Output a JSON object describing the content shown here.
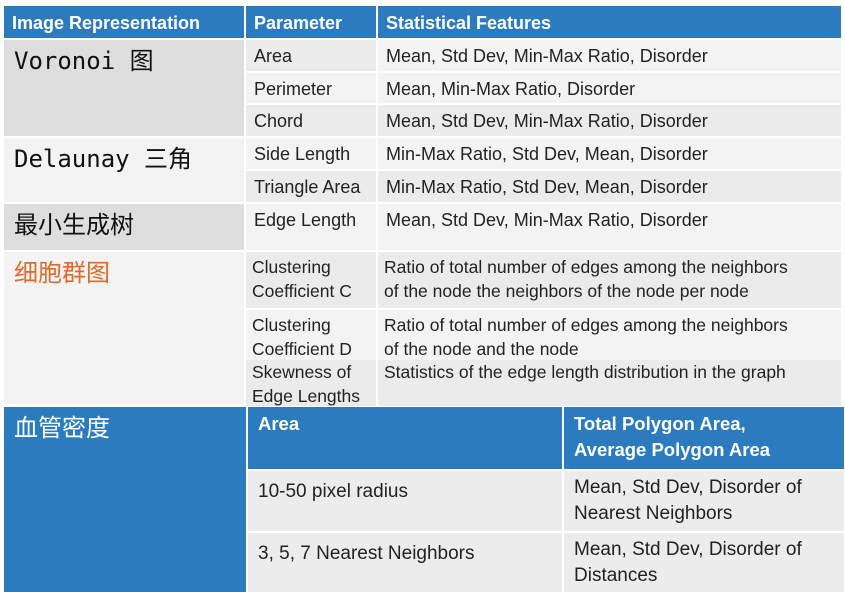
{
  "header": {
    "col1": "Image Representation",
    "col2": "Parameter",
    "col3": "Statistical Features"
  },
  "groups": {
    "voronoi": "Voronoi 图",
    "delaunay": "Delaunay 三角",
    "mst": "最小生成树",
    "cluster": "细胞群图",
    "vessel": "血管密度"
  },
  "rows": [
    {
      "param": "Area",
      "features": "Mean, Std Dev, Min-Max Ratio, Disorder"
    },
    {
      "param": "Perimeter",
      "features": "Mean, Min-Max Ratio, Disorder"
    },
    {
      "param": "Chord",
      "features": "Mean, Std Dev, Min-Max Ratio, Disorder"
    },
    {
      "param": "Side Length",
      "features": "Min-Max Ratio, Std Dev, Mean, Disorder"
    },
    {
      "param": "Triangle Area",
      "features": "Min-Max Ratio, Std Dev, Mean, Disorder"
    },
    {
      "param": "Edge Length",
      "features": "Mean, Std Dev, Min-Max Ratio, Disorder"
    }
  ],
  "cluster_rows": [
    {
      "param": [
        "Clustering",
        "Coefficient C"
      ],
      "features": [
        "Ratio of total number of edges among the neighbors",
        "of the node the neighbors of the node per node"
      ]
    },
    {
      "param": [
        "Clustering",
        "Coefficient D"
      ],
      "features": [
        "Ratio of total number of edges among the neighbors",
        "of the node and the node"
      ]
    },
    {
      "param": [
        "Skewness of",
        "Edge Lengths"
      ],
      "features": [
        "Statistics of the edge length distribution in the graph"
      ]
    }
  ],
  "vessel": {
    "header_area": "Area",
    "header_features": [
      "Total Polygon Area,",
      "Average Polygon Area"
    ],
    "rows": [
      {
        "param": "10-50 pixel radius",
        "features": [
          "Mean, Std Dev, Disorder of",
          "Nearest Neighbors"
        ]
      },
      {
        "param": "3, 5, 7 Nearest Neighbors",
        "features": [
          "Mean, Std Dev, Disorder of",
          "Distances"
        ]
      }
    ]
  }
}
